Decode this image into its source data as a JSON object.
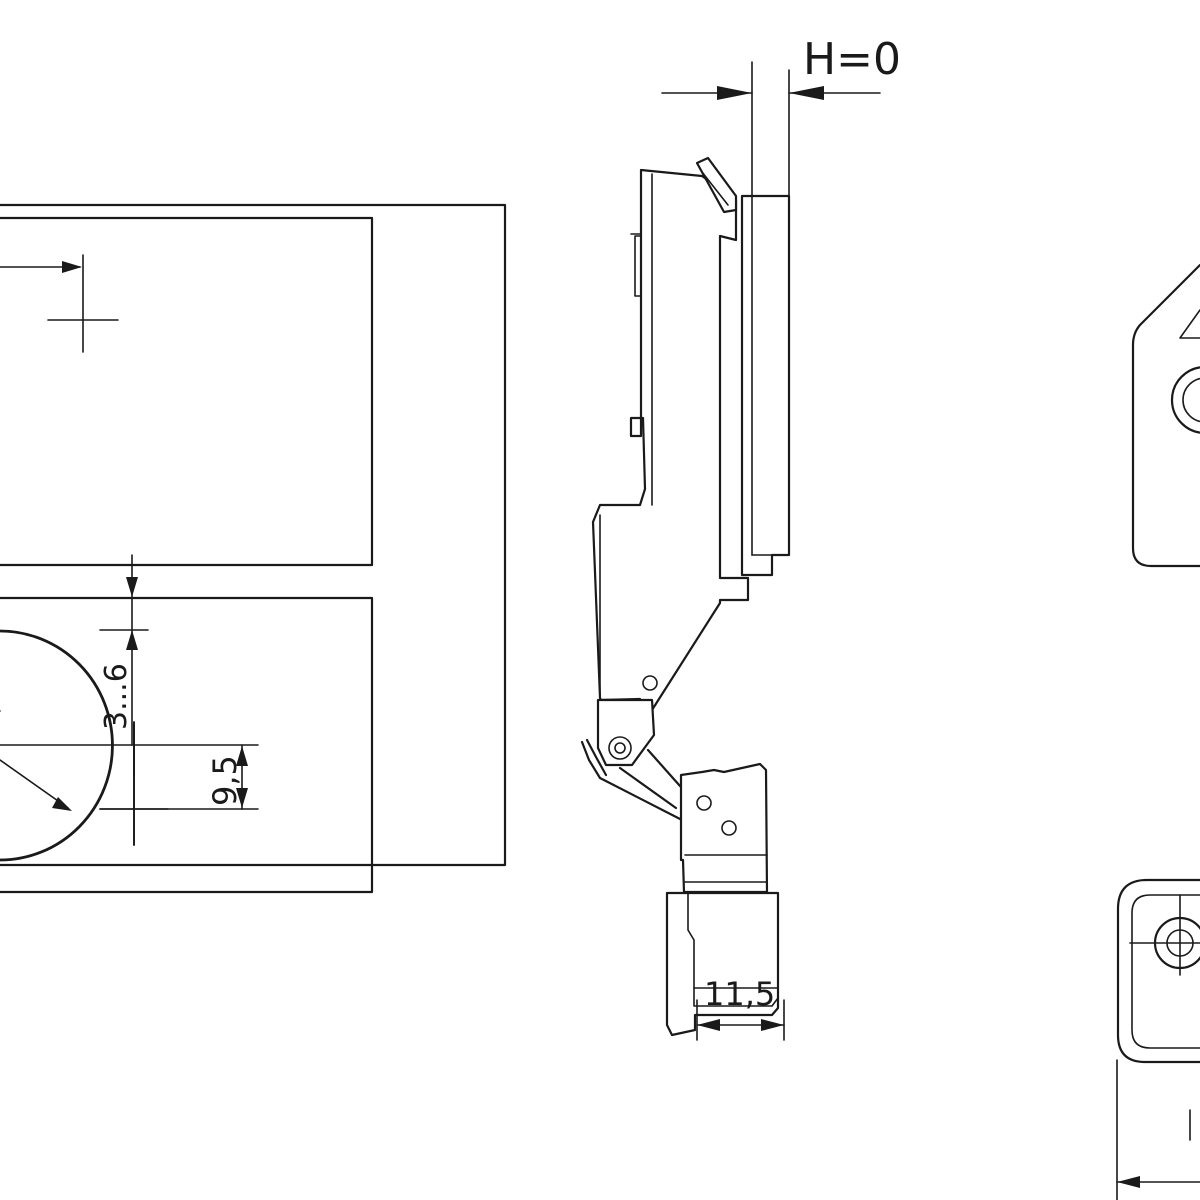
{
  "dimensions": {
    "overlay_height": "H=0",
    "gap_range": "3...6",
    "cup_offset": "9,5",
    "arm_thickness": "11,5"
  },
  "colors": {
    "line": "#1a1a1a",
    "background": "#ffffff"
  }
}
